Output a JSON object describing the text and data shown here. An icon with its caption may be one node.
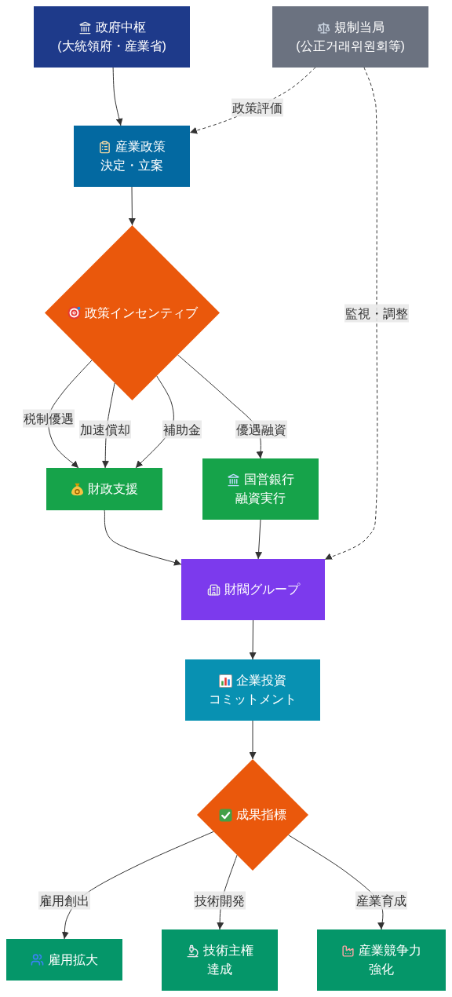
{
  "diagram": {
    "nodes": [
      {
        "text": [
          "政府中枢",
          "(大統領府・産業省)"
        ]
      },
      {
        "text": [
          "規制当局",
          "(公正거래위원회等)"
        ]
      },
      {
        "text": [
          "産業政策",
          "決定・立案"
        ]
      },
      {
        "text": [
          "政策インセンティブ"
        ]
      },
      {
        "text": [
          "財政支援"
        ]
      },
      {
        "text": [
          "国営銀行",
          "融資実行"
        ]
      },
      {
        "text": [
          "財閥グループ"
        ]
      },
      {
        "text": [
          "企業投資",
          "コミットメント"
        ]
      },
      {
        "text": [
          "成果指標"
        ]
      },
      {
        "text": [
          "雇用拡大"
        ]
      },
      {
        "text": [
          "技術主権",
          "達成"
        ]
      },
      {
        "text": [
          "産業競争力",
          "強化"
        ]
      }
    ],
    "edges": [
      {
        "from": 0,
        "to": 2,
        "arrow": "to"
      },
      {
        "from": 1,
        "to": 2,
        "arrow": "to",
        "label": "政策評価",
        "style": "dashed"
      },
      {
        "from": 2,
        "to": 3,
        "arrow": "to"
      },
      {
        "from": 3,
        "to": 4,
        "arrow": "to",
        "label": "税制優遇"
      },
      {
        "from": 3,
        "to": 4,
        "arrow": "to",
        "label": "加速償却"
      },
      {
        "from": 3,
        "to": 4,
        "arrow": "to",
        "label": "補助金"
      },
      {
        "from": 3,
        "to": 5,
        "arrow": "to",
        "label": "優遇融資"
      },
      {
        "from": 4,
        "to": 6,
        "arrow": "to"
      },
      {
        "from": 5,
        "to": 6,
        "arrow": "to"
      },
      {
        "from": 1,
        "to": 6,
        "arrow": "to",
        "label": "監視・調整",
        "style": "dashed"
      },
      {
        "from": 6,
        "to": 7,
        "arrow": "to"
      },
      {
        "from": 7,
        "to": 8,
        "arrow": "to"
      },
      {
        "from": 8,
        "to": 9,
        "arrow": "to",
        "label": "雇用創出"
      },
      {
        "from": 8,
        "to": 10,
        "arrow": "to",
        "label": "技術開発"
      },
      {
        "from": 8,
        "to": 11,
        "arrow": "to",
        "label": "産業育成"
      }
    ]
  }
}
